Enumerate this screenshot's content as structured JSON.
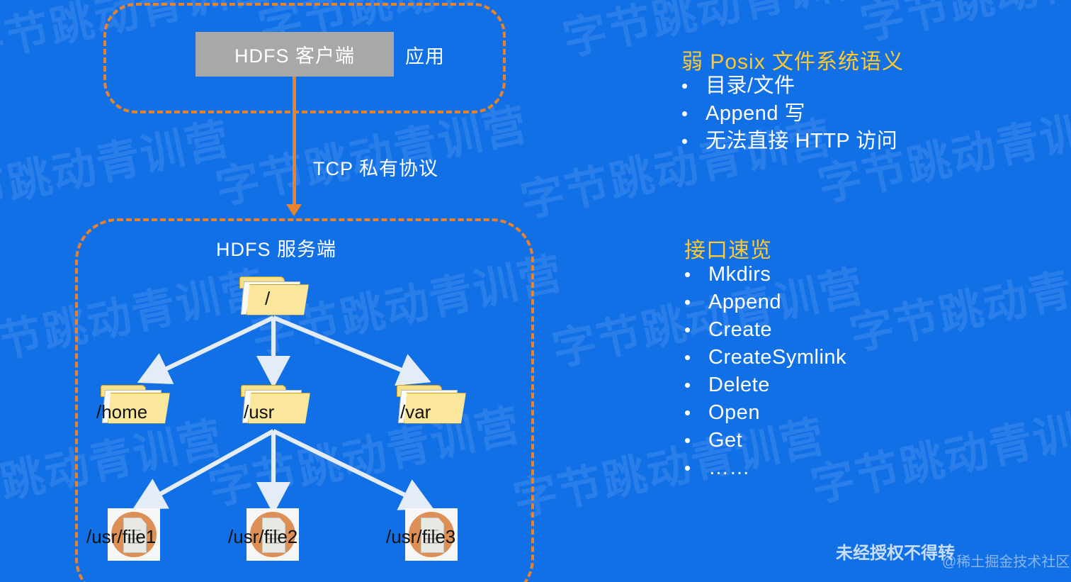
{
  "background": {
    "color": "#1270E6",
    "watermark_text": "字节跳动青训营",
    "watermark_color": "#3E8BEE"
  },
  "client": {
    "chip_label": "HDFS 客户端",
    "app_label": "应用",
    "chip_color": "#A8A8A8",
    "border_color": "#E8822B"
  },
  "connector": {
    "label": "TCP 私有协议",
    "color": "#E8822B"
  },
  "server": {
    "title": "HDFS 服务端",
    "border_color": "#E8822B",
    "root": {
      "label": "/"
    },
    "dirs": [
      {
        "label": "/home"
      },
      {
        "label": "/usr"
      },
      {
        "label": "/var"
      }
    ],
    "files": [
      {
        "label": "/usr/file1"
      },
      {
        "label": "/usr/file2"
      },
      {
        "label": "/usr/file3"
      }
    ]
  },
  "panel": {
    "accent_color": "#FFC82E",
    "section_posix": {
      "title": "弱 Posix 文件系统语义",
      "items": [
        "目录/文件",
        "Append 写",
        "无法直接 HTTP 访问"
      ]
    },
    "section_api": {
      "title": "接口速览",
      "items": [
        "Mkdirs",
        "Append",
        "Create",
        "CreateSymlink",
        "Delete",
        "Open",
        "Get",
        "……"
      ]
    }
  },
  "overlays": {
    "juejin": "@稀土掘金技术社区",
    "notice": "未经授权不得转"
  }
}
